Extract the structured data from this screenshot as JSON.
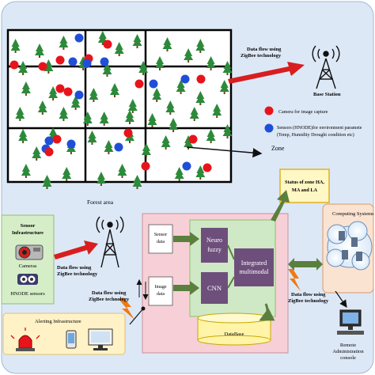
{
  "forest": {
    "area_label": "Forest area",
    "zone_label": "Zone"
  },
  "legend": {
    "camera": "Camera for image capture",
    "sensor_line1": "Sensors (HNODE)for environment paramete",
    "sensor_line2": "(Temp, Humidity Drought condition etc)"
  },
  "flows": {
    "top_line1": "Data flow using",
    "top_line2": "ZigBee technology",
    "left_line1": "Data flow using",
    "left_line2": "ZigBee technology",
    "mid_line1": "Data flow using",
    "mid_line2": "ZigBee technology",
    "right_line1": "Data flow using",
    "right_line2": "ZigBee technology"
  },
  "base_station": "Base Station",
  "status": {
    "line1": "Status of zone HA,",
    "line2": "MA and LA"
  },
  "sensor_infra": {
    "title_line1": "Sensor",
    "title_line2": "Infrastructure",
    "cameras": "Cameras",
    "hnode": "HNODE sensors"
  },
  "processing": {
    "sensor_data_line1": "Sensor",
    "sensor_data_line2": "data",
    "image_data_line1": "Image",
    "image_data_line2": "data",
    "neuro_line1": "Neuro",
    "neuro_line2": "fuzzy",
    "cnn": "CNN",
    "integrated_line1": "Integrated",
    "integrated_line2": "multimodal",
    "database": "DataBase"
  },
  "computing": "Computing Systems",
  "alerting": "Alerting Infrastructure",
  "remote": {
    "line1": "Remote",
    "line2": "Administration",
    "line3": "console"
  },
  "colors": {
    "background": "#dde8f7",
    "camera_dot": "#e8141b",
    "sensor_dot": "#1f4fd8",
    "tree": "#2c8a3a",
    "processing_bg": "#f6d0d6",
    "inner_bg": "#cfe8c5",
    "module_bg": "#6e4f7c",
    "arrow_green": "#5b7f3d",
    "arrow_red": "#d81e1e"
  }
}
